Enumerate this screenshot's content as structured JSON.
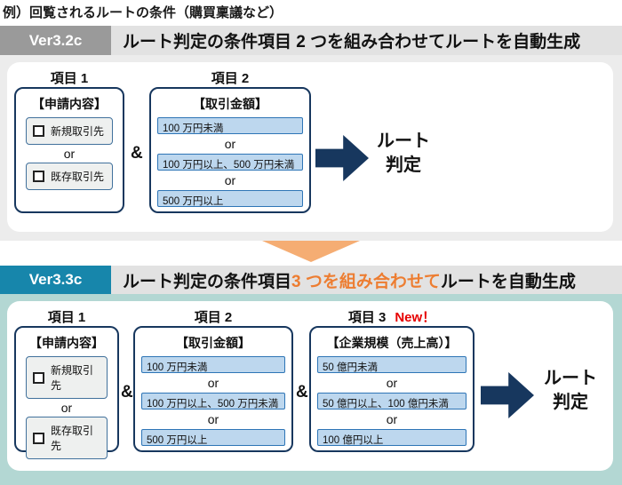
{
  "page_title": "例）回覧されるルートの条件（購買稟議など）",
  "or_label": "or",
  "and_label": "&",
  "route_result": {
    "line1": "ルート",
    "line2": "判定"
  },
  "v32": {
    "version": "Ver3.2c",
    "title": "ルート判定の条件項目 2 つを組み合わせてルートを自動生成",
    "item1": {
      "label": "項目 1",
      "heading": "【申請内容】",
      "options": [
        "新規取引先",
        "既存取引先"
      ]
    },
    "item2": {
      "label": "項目 2",
      "heading": "【取引金額】",
      "options": [
        "100 万円未満",
        "100 万円以上、500 万円未満",
        "500 万円以上"
      ]
    }
  },
  "v33": {
    "version": "Ver3.3c",
    "title_prefix": "ルート判定の条件項目 ",
    "title_highlight": "3 つを組み合わせて",
    "title_suffix": "ルートを自動生成",
    "item1": {
      "label": "項目 1",
      "heading": "【申請内容】",
      "options": [
        "新規取引先",
        "既存取引先"
      ]
    },
    "item2": {
      "label": "項目 2",
      "heading": "【取引金額】",
      "options": [
        "100 万円未満",
        "100 万円以上、500 万円未満",
        "500 万円以上"
      ]
    },
    "item3": {
      "label": "項目 3",
      "new_badge": "New！",
      "heading": "【企業規模（売上高）】",
      "options": [
        "50 億円未満",
        "50 億円以上、100 億円未満",
        "100 億円以上"
      ]
    }
  },
  "colors": {
    "navy": "#17375e",
    "option_fill_blue": "#bdd7ee",
    "option_border_blue": "#2e75b6",
    "checkbox_box_fill": "#eef0ef",
    "checkbox_box_border": "#41719c",
    "v32_label_bg": "#9a9a9a",
    "v33_label_bg": "#1786ab",
    "header_band_bg": "#e2e2e2",
    "v32_section_bg": "#ececec",
    "v33_section_bg": "#b3d7d3",
    "orange_accent": "#ed7d31",
    "triangle_orange": "#f5ad73",
    "new_red": "#e60000"
  }
}
